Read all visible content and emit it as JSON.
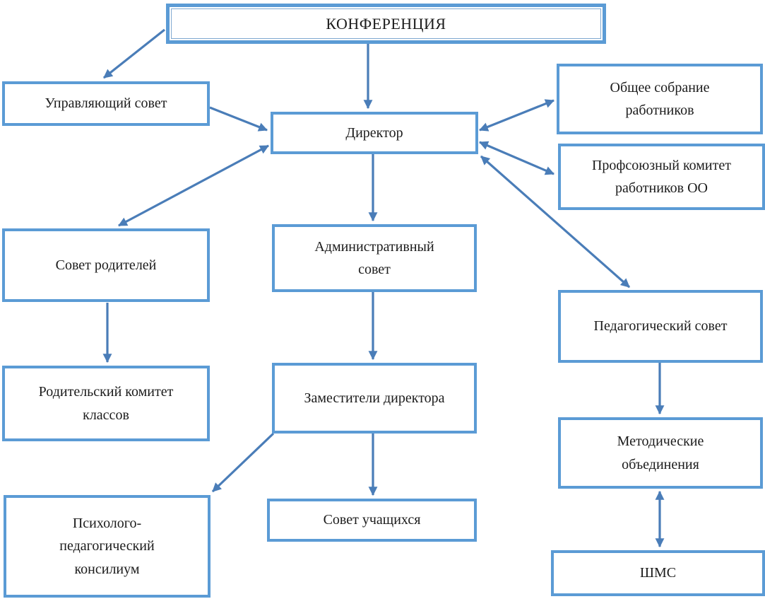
{
  "diagram": {
    "type": "org-chart",
    "language": "ru",
    "colors": {
      "box_border": "#5b9bd5",
      "box_border_inner": "#7fa8d0",
      "arrow": "#4a7db8",
      "text": "#1c1c1c",
      "background": "#ffffff"
    },
    "nodes": {
      "konferenciya": {
        "label": "КОНФЕРЕНЦИЯ",
        "lines": [
          "КОНФЕРЕНЦИЯ"
        ],
        "border_style": "double"
      },
      "upravlyayushchiy": {
        "label": "Управляющий совет",
        "lines": [
          "Управляющий совет"
        ],
        "border_style": "single"
      },
      "direktor": {
        "label": "Директор",
        "lines": [
          "Директор"
        ],
        "border_style": "single"
      },
      "obshchee": {
        "label": "Общее собрание работников",
        "lines": [
          "Общее собрание",
          "работников"
        ],
        "border_style": "single"
      },
      "profsoyuz": {
        "label": "Профсоюзный комитет работников ОО",
        "lines": [
          "Профсоюзный комитет",
          "работников ОО"
        ],
        "border_style": "single"
      },
      "sovet_roditeley": {
        "label": "Совет родителей",
        "lines": [
          "Совет родителей"
        ],
        "border_style": "single"
      },
      "administrativny": {
        "label": "Административный совет",
        "lines": [
          "Административный",
          "совет"
        ],
        "border_style": "single"
      },
      "pedagogicheskiy": {
        "label": "Педагогический совет",
        "lines": [
          "Педагогический совет"
        ],
        "border_style": "single"
      },
      "roditelskiy": {
        "label": "Родительский комитет классов",
        "lines": [
          "Родительский комитет",
          "классов"
        ],
        "border_style": "single"
      },
      "zamestiteli": {
        "label": "Заместители директора",
        "lines": [
          "Заместители директора"
        ],
        "border_style": "single"
      },
      "metodicheskie": {
        "label": "Методические объединения",
        "lines": [
          "Методические",
          "объединения"
        ],
        "border_style": "single"
      },
      "konsilium": {
        "label": "Психолого-педагогический консилиум",
        "lines": [
          "Психолого-",
          "педагогический",
          "консилиум"
        ],
        "border_style": "single"
      },
      "uchashchiesya": {
        "label": "Совет учащихся",
        "lines": [
          "Совет учащихся"
        ],
        "border_style": "single"
      },
      "shms": {
        "label": "ШМС",
        "lines": [
          "ШМС"
        ],
        "border_style": "single"
      }
    },
    "edges": [
      {
        "from": "konferenciya",
        "to": "upravlyayushchiy",
        "direction": "single"
      },
      {
        "from": "konferenciya",
        "to": "direktor",
        "direction": "single"
      },
      {
        "from": "upravlyayushchiy",
        "to": "direktor",
        "direction": "single"
      },
      {
        "from": "direktor",
        "to": "sovet_roditeley",
        "direction": "double"
      },
      {
        "from": "direktor",
        "to": "obshchee",
        "direction": "double"
      },
      {
        "from": "direktor",
        "to": "profsoyuz",
        "direction": "double"
      },
      {
        "from": "direktor",
        "to": "pedagogicheskiy",
        "direction": "double"
      },
      {
        "from": "direktor",
        "to": "administrativny",
        "direction": "single"
      },
      {
        "from": "administrativny",
        "to": "zamestiteli",
        "direction": "single"
      },
      {
        "from": "zamestiteli",
        "to": "uchashchiesya",
        "direction": "single"
      },
      {
        "from": "zamestiteli",
        "to": "konsilium",
        "direction": "single"
      },
      {
        "from": "sovet_roditeley",
        "to": "roditelskiy",
        "direction": "single"
      },
      {
        "from": "pedagogicheskiy",
        "to": "metodicheskie",
        "direction": "single"
      },
      {
        "from": "metodicheskie",
        "to": "shms",
        "direction": "double"
      }
    ]
  }
}
